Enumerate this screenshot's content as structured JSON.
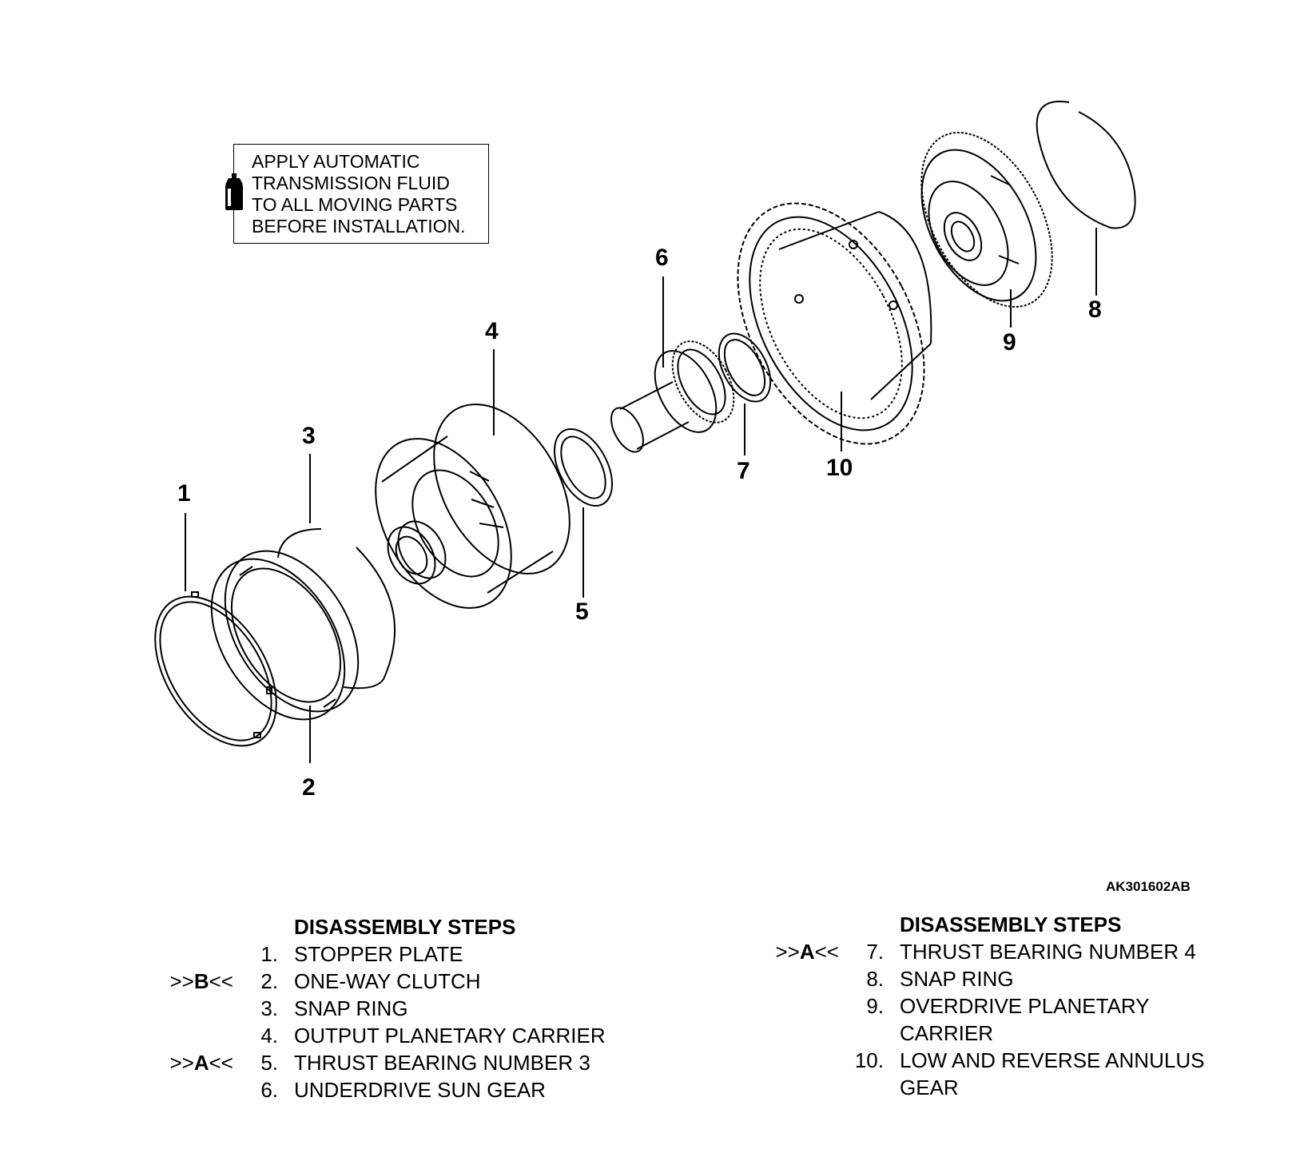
{
  "note": {
    "icon": "fluid-bottle-icon",
    "lines": [
      "APPLY AUTOMATIC",
      "TRANSMISSION FLUID",
      "TO ALL MOVING PARTS",
      "BEFORE INSTALLATION."
    ]
  },
  "callouts": [
    "1",
    "2",
    "3",
    "4",
    "5",
    "6",
    "7",
    "8",
    "9",
    "10"
  ],
  "drawing_id": "AK301602AB",
  "steps_left": {
    "heading": "DISASSEMBLY STEPS",
    "items": [
      {
        "mark_pre": "",
        "mark_letter": "",
        "mark_post": "",
        "num": "1.",
        "label": "STOPPER PLATE",
        "label2": ""
      },
      {
        "mark_pre": ">>",
        "mark_letter": "B",
        "mark_post": "<<",
        "num": "2.",
        "label": "ONE-WAY CLUTCH",
        "label2": ""
      },
      {
        "mark_pre": "",
        "mark_letter": "",
        "mark_post": "",
        "num": "3.",
        "label": "SNAP RING",
        "label2": ""
      },
      {
        "mark_pre": "",
        "mark_letter": "",
        "mark_post": "",
        "num": "4.",
        "label": "OUTPUT PLANETARY CARRIER",
        "label2": ""
      },
      {
        "mark_pre": ">>",
        "mark_letter": "A",
        "mark_post": "<<",
        "num": "5.",
        "label": "THRUST BEARING NUMBER 3",
        "label2": ""
      },
      {
        "mark_pre": "",
        "mark_letter": "",
        "mark_post": "",
        "num": "6.",
        "label": "UNDERDRIVE SUN GEAR",
        "label2": ""
      }
    ]
  },
  "steps_right": {
    "heading": "DISASSEMBLY STEPS",
    "items": [
      {
        "mark_pre": ">>",
        "mark_letter": "A",
        "mark_post": "<<",
        "num": "7.",
        "label": "THRUST BEARING NUMBER 4",
        "label2": ""
      },
      {
        "mark_pre": "",
        "mark_letter": "",
        "mark_post": "",
        "num": "8.",
        "label": "SNAP RING",
        "label2": ""
      },
      {
        "mark_pre": "",
        "mark_letter": "",
        "mark_post": "",
        "num": "9.",
        "label": "OVERDRIVE PLANETARY",
        "label2": "CARRIER"
      },
      {
        "mark_pre": "",
        "mark_letter": "",
        "mark_post": "",
        "num": "10.",
        "label": "LOW AND REVERSE ANNULUS",
        "label2": "GEAR"
      }
    ]
  }
}
